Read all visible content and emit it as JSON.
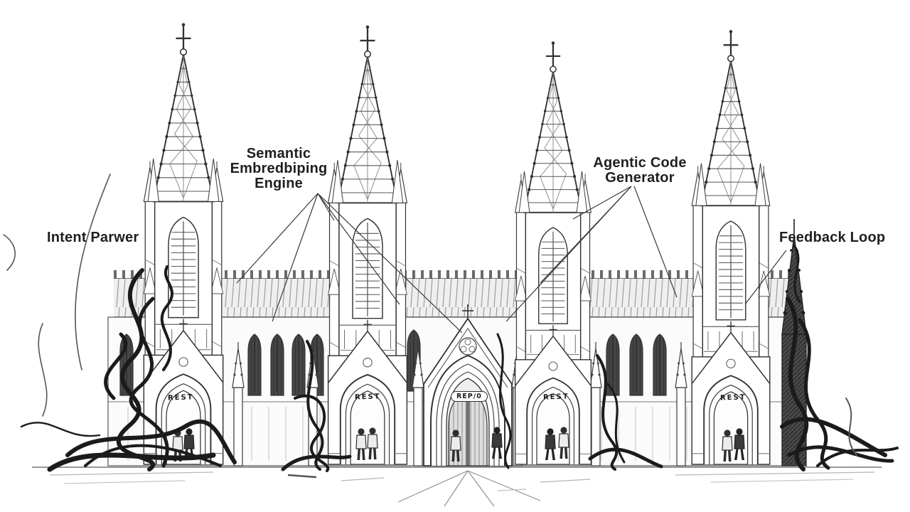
{
  "scene": {
    "description": "Pencil-sketch gothic cathedral used as a software architecture metaphor, four spires, tangled cables at the bases",
    "background_color": "#ffffff",
    "ink_color": "#2b2b2b",
    "cable_color": "#1b1b1b"
  },
  "annotations": [
    {
      "id": "intent-parser",
      "lines": [
        "Intent Parwer"
      ]
    },
    {
      "id": "semantic-embedding-engine",
      "lines": [
        "Semantic",
        "Embredbiping",
        "Engine"
      ]
    },
    {
      "id": "agentic-code-generator",
      "lines": [
        "Agentic Code",
        "Generator"
      ]
    },
    {
      "id": "feedback-loop",
      "lines": [
        "Feedback Loop"
      ]
    }
  ],
  "door_signs": [
    {
      "id": "door-sign-1",
      "text": "REST"
    },
    {
      "id": "door-sign-2",
      "text": "REST"
    },
    {
      "id": "door-sign-center",
      "text": "REP/0"
    },
    {
      "id": "door-sign-4",
      "text": "REST"
    },
    {
      "id": "door-sign-5",
      "text": "REST"
    }
  ]
}
